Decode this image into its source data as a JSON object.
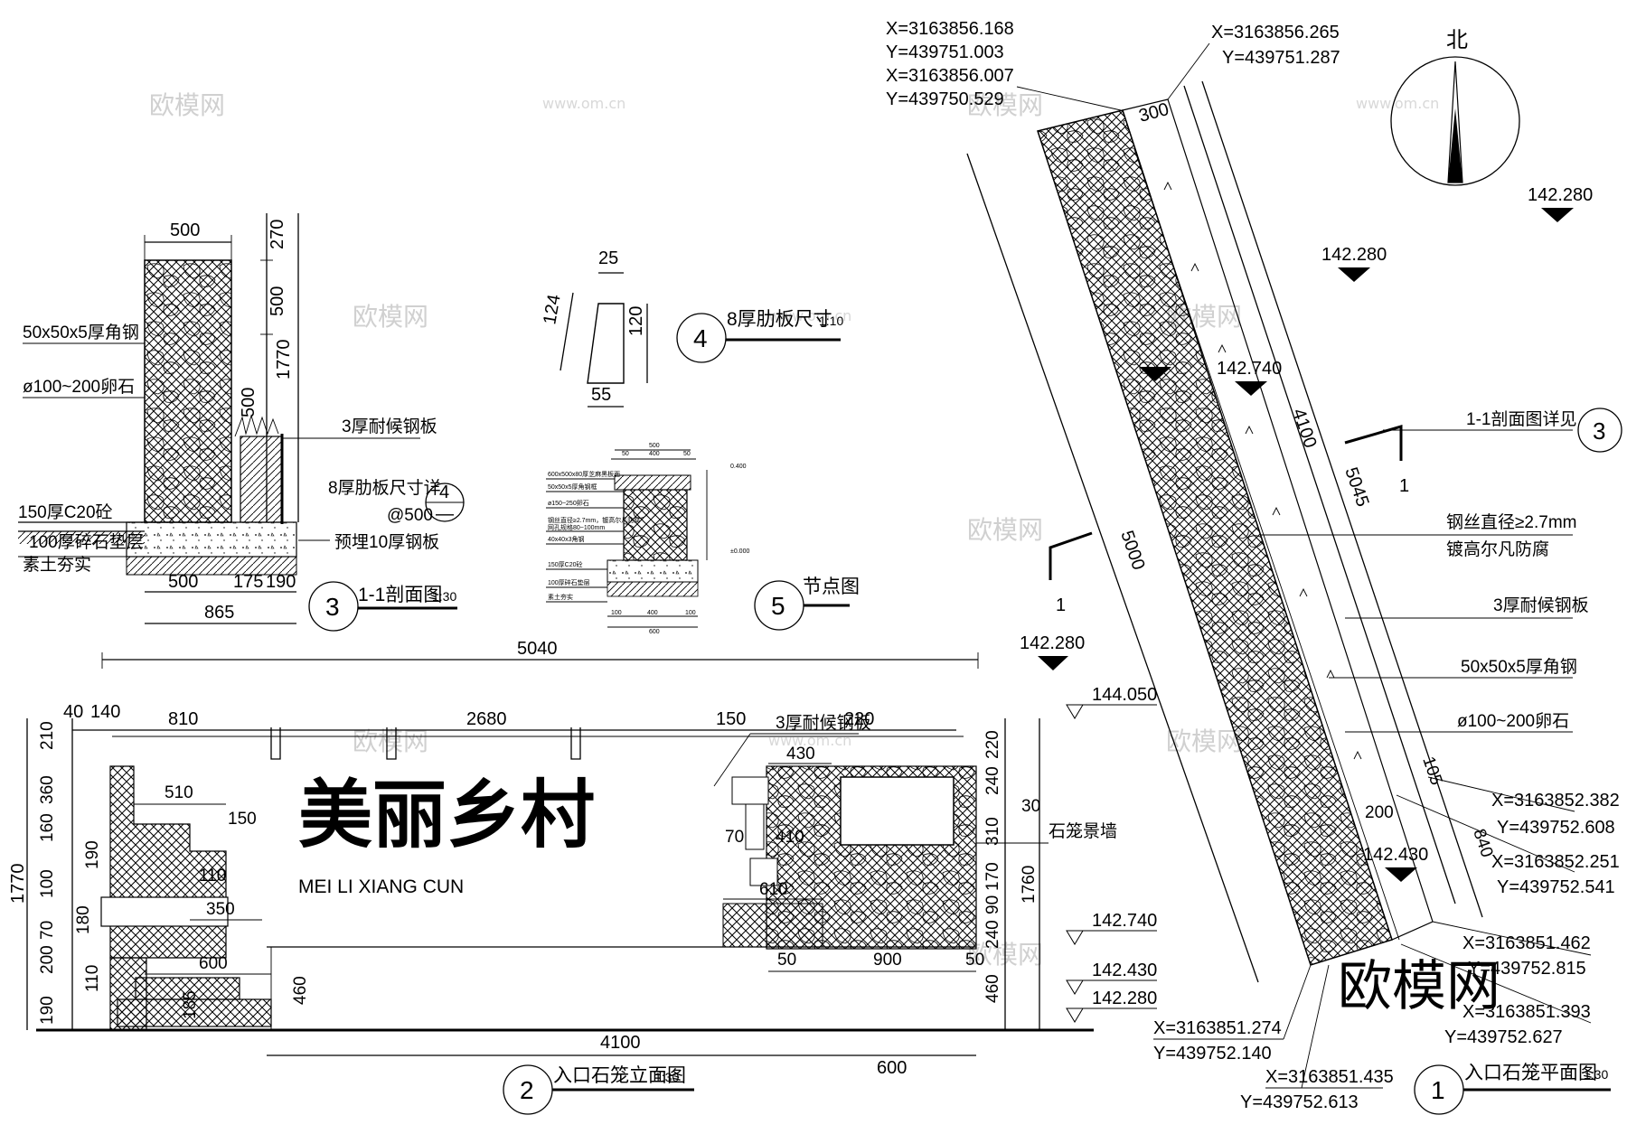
{
  "watermarks": {
    "cn": "欧模网",
    "url": "www.om.cn",
    "logo": "欧模网"
  },
  "north": {
    "label": "北"
  },
  "section_1_1": {
    "label_num": "3",
    "title": "1-1剖面图",
    "scale": "1:30",
    "dim_top": "500",
    "dims_right": [
      "270",
      "500",
      "1770",
      "500"
    ],
    "dims_bottom": [
      "500",
      "175",
      "190"
    ],
    "dim_total": "865",
    "notes": [
      "50x50x5厚角钢",
      "ø100~200卵石",
      "3厚耐候钢板",
      "8厚肋板尺寸详",
      "@500",
      "150厚C20砼",
      "100厚碎石垫层",
      "素土夯实",
      "预埋10厚钢板"
    ],
    "ref_circle": {
      "top": "4",
      "bottom": "—"
    }
  },
  "detail_rib": {
    "label_num": "4",
    "title": "8厚肋板尺寸",
    "scale": "1:10",
    "dims": [
      "25",
      "124",
      "120",
      "55"
    ]
  },
  "node_detail": {
    "label_num": "5",
    "title": "节点图",
    "dims_top": [
      "50",
      "400",
      "50",
      "500"
    ],
    "dims_bottom": [
      "100",
      "400",
      "100",
      "600"
    ],
    "levels": [
      "0.400",
      "±0.000"
    ],
    "notes": [
      "600x500x80厚芝麻黑板面",
      "50x50x5厚角钢框",
      "ø150~250卵石",
      "钢丝直径≥2.7mm，镀高尔凡防腐",
      "网孔规格80~100mm",
      "40x40x3角钢",
      "150厚C20砼",
      "100厚碎石垫层",
      "素土夯实"
    ]
  },
  "elevation": {
    "label_num": "2",
    "title": "入口石笼立面图",
    "scale": "1:30",
    "sign_text": "美丽乡村",
    "sign_pinyin": "MEI LI XIANG CUN",
    "dim_total_top": "5040",
    "dims_top": [
      "40",
      "140",
      "810",
      "2680",
      "150",
      "220"
    ],
    "dims_left": [
      "210",
      "360",
      "160",
      "190",
      "100",
      "180",
      "70",
      "200",
      "110",
      "190"
    ],
    "dim_left_total": "1770",
    "dims_inner": [
      "510",
      "150",
      "110",
      "350",
      "600",
      "185",
      "430",
      "70",
      "410",
      "610",
      "50",
      "900",
      "50",
      "460"
    ],
    "dims_right": [
      "220",
      "240",
      "30",
      "310",
      "1760",
      "170",
      "90",
      "240",
      "460"
    ],
    "note_plate": "3厚耐候钢板",
    "note_wall": "石笼景墙",
    "dim_bottom": "4100",
    "dim_bottom2": "600",
    "levels": [
      "144.050",
      "142.740",
      "142.430",
      "142.280",
      "142.280"
    ]
  },
  "plan": {
    "label_num": "1",
    "title": "入口石笼平面图",
    "scale": "1:30",
    "coords": [
      {
        "x": "X=3163856.168",
        "y": "Y=439751.003"
      },
      {
        "x": "X=3163856.007",
        "y": "Y=439750.529"
      },
      {
        "x": "X=3163856.265",
        "y": "Y=439751.287"
      },
      {
        "x": "X=3163852.382",
        "y": "Y=439752.608"
      },
      {
        "x": "X=3163852.251",
        "y": "Y=439752.541"
      },
      {
        "x": "X=3163851.462",
        "y": "Y=439752.815"
      },
      {
        "x": "X=3163851.393",
        "y": "Y=439752.627"
      },
      {
        "x": "X=3163851.274",
        "y": "Y=439752.140"
      },
      {
        "x": "X=3163851.435",
        "y": "Y=439752.613"
      }
    ],
    "dims": [
      "300",
      "4100",
      "5045",
      "5000",
      "105",
      "840",
      "200"
    ],
    "levels": [
      "142.280",
      "142.280",
      "142.740",
      "142.430",
      "142.280"
    ],
    "section_ref": "1-1剖面图详见",
    "section_ref_num": "3",
    "section_mark": "1",
    "notes": [
      "钢丝直径≥2.7mm",
      "镀高尔凡防腐",
      "3厚耐候钢板",
      "50x50x5厚角钢",
      "ø100~200卵石"
    ]
  }
}
